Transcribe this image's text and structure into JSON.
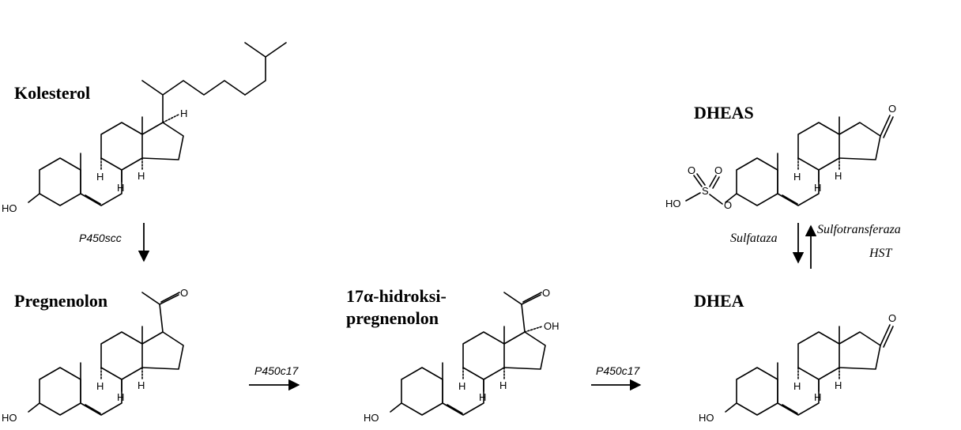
{
  "compounds": {
    "kolesterol": "Kolesterol",
    "pregnenolon": "Pregnenolon",
    "hydroxy_line1": "17α-hidroksi-",
    "hydroxy_line2": "pregnenolon",
    "dhea": "DHEA",
    "dheas": "DHEAS"
  },
  "enzymes": {
    "p450scc": "P450scc",
    "p450c17_a": "P450c17",
    "p450c17_b": "P450c17",
    "sulfataza": "Sulfataza",
    "sulfotransferaza": "Sulfotransferaza",
    "hst": "HST"
  },
  "atoms": {
    "ho": "HO",
    "h": "H",
    "o": "O",
    "oh": "OH",
    "s": "S"
  }
}
